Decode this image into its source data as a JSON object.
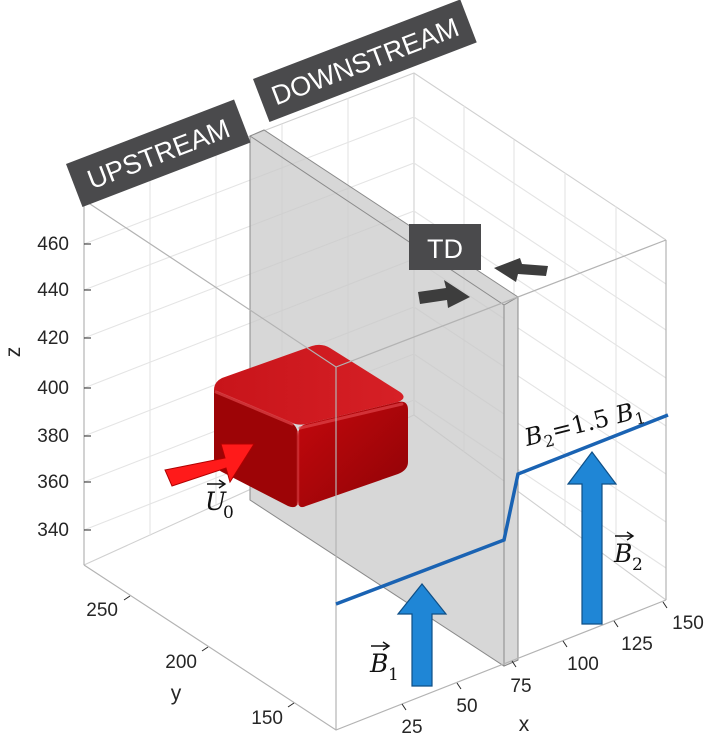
{
  "labels": {
    "upstream": "UPSTREAM",
    "downstream": "DOWNSTREAM",
    "td": "TD"
  },
  "equation": {
    "lhs": "B",
    "lhs_sub": "2",
    "mid": "=1.5 ",
    "rhs": "B",
    "rhs_sub": "1"
  },
  "vectors": {
    "u0": "U",
    "u0_sub": "0",
    "b1": "B",
    "b1_sub": "1",
    "b2": "B",
    "b2_sub": "2"
  },
  "axes": {
    "z_label": "z",
    "y_label": "y",
    "x_label": "x",
    "z_ticks": [
      "460",
      "440",
      "420",
      "400",
      "380",
      "360",
      "340"
    ],
    "y_ticks": [
      "250",
      "200",
      "150"
    ],
    "x_ticks": [
      "25",
      "50",
      "75",
      "100",
      "125",
      "150"
    ]
  },
  "colors": {
    "box_frame": "#cfcfcf",
    "slab_fill": "#c8c8c8",
    "cube_red": "#b5060b",
    "flow_arrow": "#ff1a1a",
    "field_arrow": "#1f86d6",
    "field_line": "#1a63b3",
    "tag_bg": "#4a4a4c",
    "td_arrow": "#3d3d3d"
  }
}
